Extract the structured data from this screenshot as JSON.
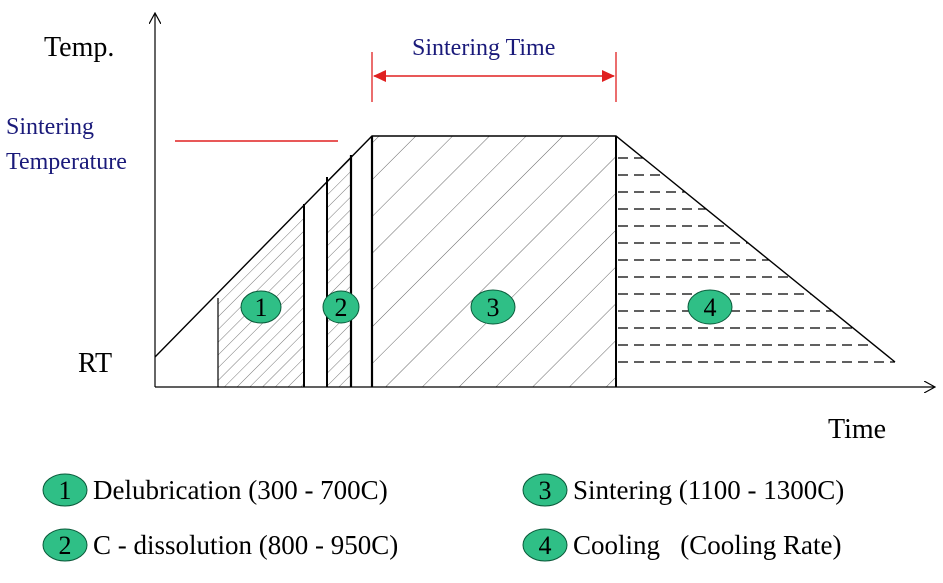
{
  "axes": {
    "y_label": "Temp.",
    "x_label": "Time",
    "room_temp_label": "RT",
    "sintering_temp_label_line1": "Sintering",
    "sintering_temp_label_line2": "Temperature",
    "sintering_time_label": "Sintering Time"
  },
  "stages": [
    {
      "number": "1",
      "name": "Delubrication",
      "range": "(300 - 700C)",
      "legend_text": "Delubrication (300 - 700C)"
    },
    {
      "number": "2",
      "name": "C - dissolution",
      "range": "(800 - 950C)",
      "legend_text": "C - dissolution (800 - 950C)"
    },
    {
      "number": "3",
      "name": "Sintering",
      "range": "(1100 - 1300C)",
      "legend_text": "Sintering (1100 - 1300C)"
    },
    {
      "number": "4",
      "name": "Cooling",
      "range": "(Cooling Rate)",
      "legend_text": "Cooling   (Cooling Rate)"
    }
  ],
  "colors": {
    "marker_fill": "#2fbf86",
    "accent_red": "#e02020",
    "label_blue": "#1a1a7a",
    "line_black": "#000000"
  }
}
